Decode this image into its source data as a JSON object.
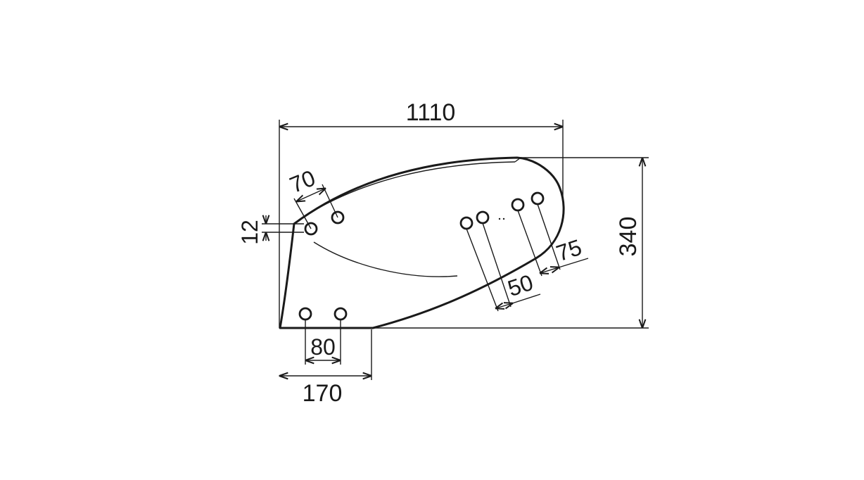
{
  "dimensions": {
    "overall_length": "1110",
    "overall_height": "340",
    "front_hole_spacing": "70",
    "front_hole_offset": "12",
    "bottom_hole_spacing": "80",
    "bottom_length": "170",
    "rear_hole_spacing_inner": "50",
    "rear_hole_spacing_outer": "75"
  },
  "colors": {
    "line": "#1a1a1a",
    "background": "#ffffff"
  }
}
